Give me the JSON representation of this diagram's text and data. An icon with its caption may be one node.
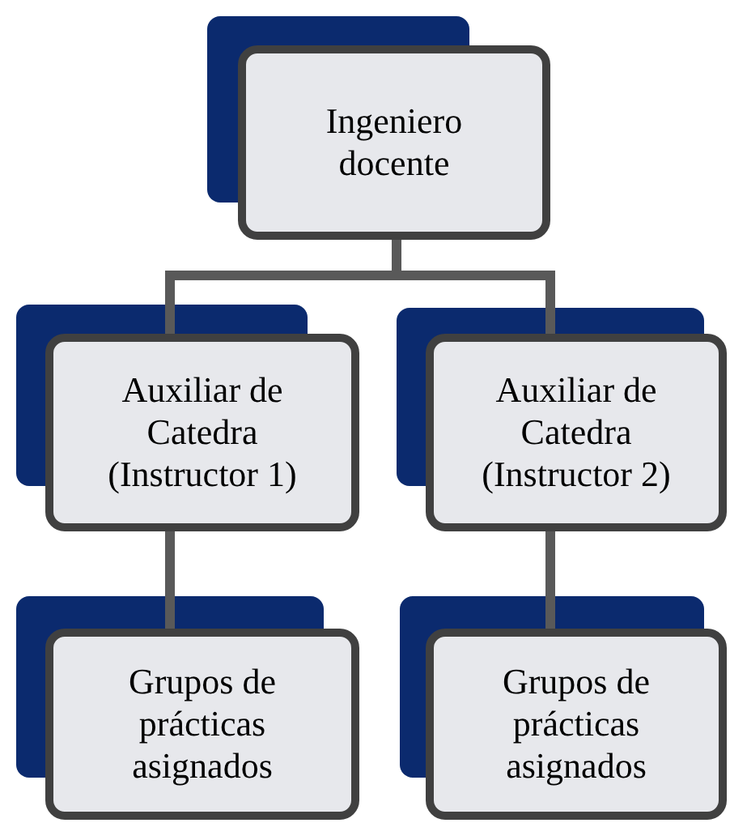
{
  "diagram": {
    "nodes": [
      {
        "text": [
          "Ingeniero docente"
        ]
      },
      {
        "text": [
          "Auxiliar de Catedra (Instructor 1)"
        ]
      },
      {
        "text": [
          "Auxiliar de Catedra (Instructor 2)"
        ]
      },
      {
        "text": [
          "Grupos de prácticas asignados"
        ]
      },
      {
        "text": [
          "Grupos de prácticas asignados"
        ]
      }
    ],
    "edges": [
      {
        "from": 0,
        "to": 1,
        "arrow": "none"
      },
      {
        "from": 0,
        "to": 2,
        "arrow": "none"
      },
      {
        "from": 1,
        "to": 3,
        "arrow": "none"
      },
      {
        "from": 2,
        "to": 4,
        "arrow": "none"
      }
    ]
  }
}
